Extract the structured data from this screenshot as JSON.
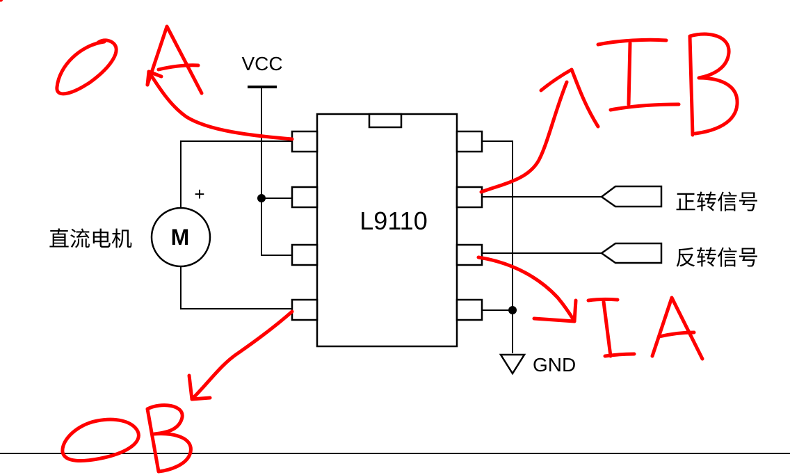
{
  "schematic": {
    "chip_label": "L9110",
    "vcc_label": "VCC",
    "gnd_label": "GND",
    "motor_symbol": "M",
    "motor_name": "直流电机",
    "motor_polarity": "+",
    "forward_signal": "正转信号",
    "reverse_signal": "反转信号"
  },
  "annotations": {
    "color": "#ff0000",
    "oa": "OA",
    "ob": "OB",
    "ib": "IB",
    "ia": "IA"
  }
}
